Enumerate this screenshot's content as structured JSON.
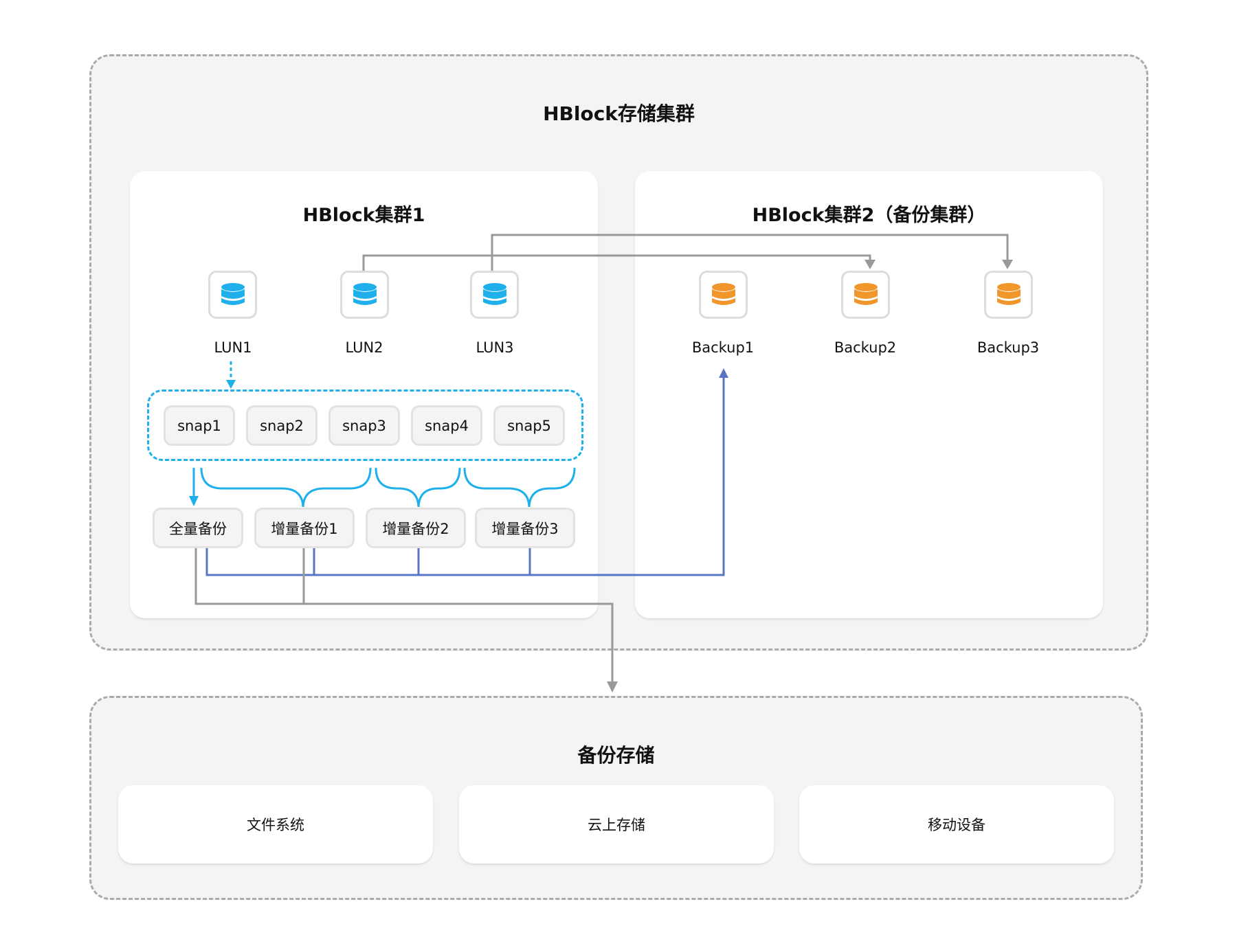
{
  "colors": {
    "lun_icon": "#1fb0ec",
    "backup_icon": "#f0962a",
    "snapshot_flow": "#1fb0ec",
    "replication_line": "#999999",
    "cross_cluster_line": "#5876c4",
    "group_border": "#aaaaaa",
    "group_fill": "#f4f4f6"
  },
  "top_group": {
    "title": "HBlock存储集群",
    "cluster1": {
      "title": "HBlock集群1",
      "luns": [
        {
          "label": "LUN1",
          "icon": "database-icon"
        },
        {
          "label": "LUN2",
          "icon": "database-icon"
        },
        {
          "label": "LUN3",
          "icon": "database-icon"
        }
      ],
      "snapshots": [
        "snap1",
        "snap2",
        "snap3",
        "snap4",
        "snap5"
      ],
      "backups": [
        "全量备份",
        "增量备份1",
        "增量备份2",
        "增量备份3"
      ]
    },
    "cluster2": {
      "title": "HBlock集群2（备份集群）",
      "backups": [
        {
          "label": "Backup1",
          "icon": "database-icon"
        },
        {
          "label": "Backup2",
          "icon": "database-icon"
        },
        {
          "label": "Backup3",
          "icon": "database-icon"
        }
      ]
    }
  },
  "bottom_group": {
    "title": "备份存储",
    "targets": [
      "文件系统",
      "云上存储",
      "移动设备"
    ]
  }
}
